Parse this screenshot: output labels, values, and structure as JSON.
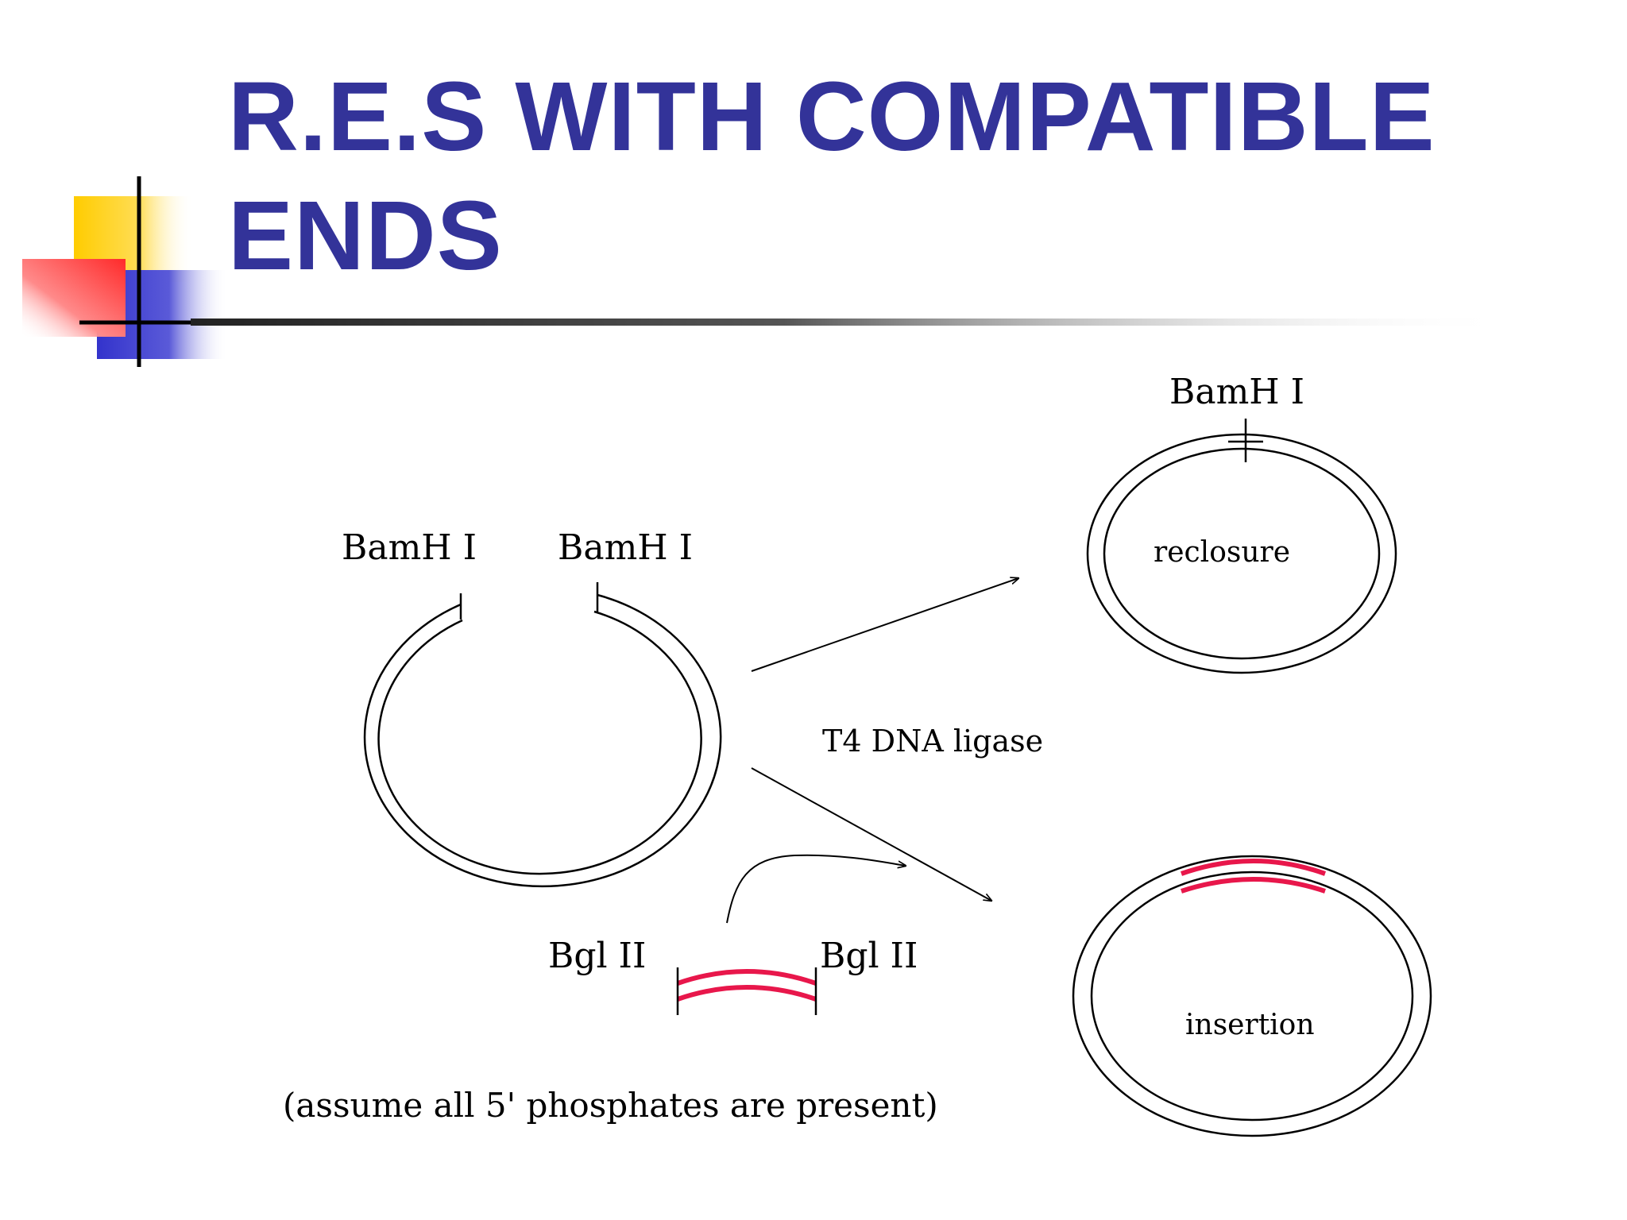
{
  "slide": {
    "title_line1": "R.E.S WITH COMPATIBLE",
    "title_line2": "ENDS"
  },
  "diagram": {
    "vector_label_left": "BamH I",
    "vector_label_right": "BamH I",
    "enzyme_label": "T4 DNA ligase",
    "reclosure_site_label": "BamH I",
    "reclosure_label": "reclosure",
    "insert_label_left": "Bgl II",
    "insert_label_right": "Bgl II",
    "insertion_label": "insertion",
    "note": "(assume all 5' phosphates are present)"
  },
  "colors": {
    "title": "#333399",
    "insert_dna": "#e8174b",
    "deco_yellow": "#ffcc00",
    "deco_red": "#ff3333",
    "deco_blue": "#3333cc",
    "line": "#000000"
  }
}
